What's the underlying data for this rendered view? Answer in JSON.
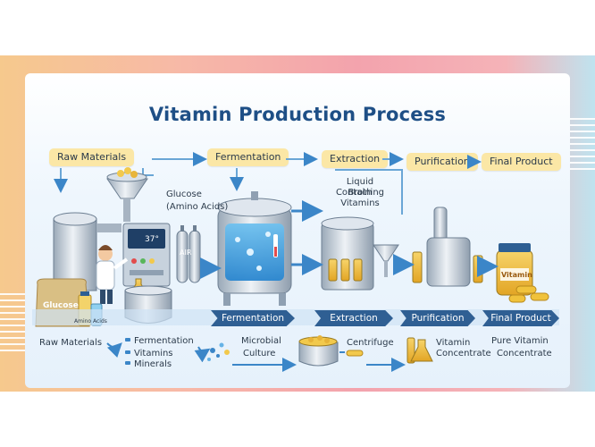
{
  "title": "Vitamin Production Process",
  "top_stages": [
    "Raw Materials",
    "Fermentation",
    "Extraction",
    "Purification",
    "Final Product"
  ],
  "chevrons": [
    "Fermentation",
    "Extraction",
    "Purification",
    "Final Product"
  ],
  "inputs_label": [
    "Glucose",
    "(Amino Acids)"
  ],
  "broth_label": [
    "Liquid Broth",
    "Containing",
    "Vitamins"
  ],
  "sack_label": "Glucose",
  "jar_label": "Amino Acids",
  "air_label": "AIR",
  "display_temp": "37°",
  "vitamin_bottle_label": "Vitamin",
  "bottom": {
    "raw": "Raw Materials",
    "list": [
      "Fermentation",
      "Vitamins",
      "Minerals"
    ],
    "culture": [
      "Microbial",
      "Culture"
    ],
    "centrifuge": "Centrifuge",
    "concentrate": [
      "Vitamin",
      "Concentrate"
    ],
    "pure": [
      "Pure Vitamin",
      "Concentrate"
    ]
  },
  "colors": {
    "title": "#1e4f86",
    "pill": "#fbe7a6",
    "chevron": "#2f5f93",
    "arrow": "#3b86c8"
  }
}
